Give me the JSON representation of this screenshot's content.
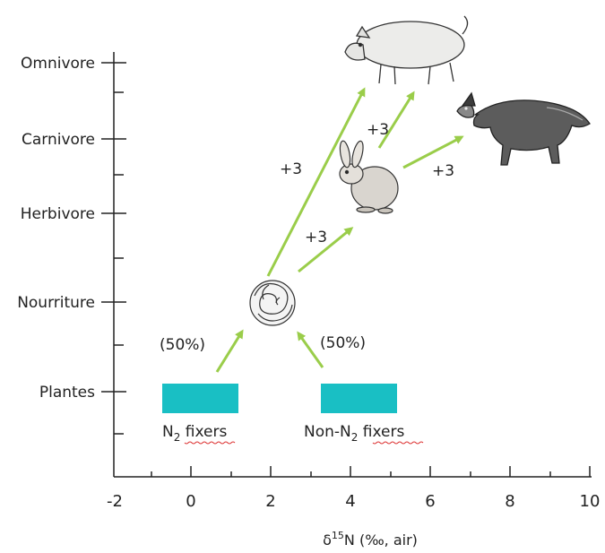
{
  "y_levels": [
    "Omnivore",
    "Carnivore",
    "Herbivore",
    "Nourriture",
    "Plantes"
  ],
  "x_axis": {
    "ticks": [
      "-2",
      "0",
      "2",
      "4",
      "6",
      "8",
      "10"
    ],
    "title_prefix": "δ",
    "title_sup": "15",
    "title_suffix": "N (‰, air)"
  },
  "bars": {
    "n2_label_main": "N",
    "n2_label_sub": "2",
    "n2_label_rest": " fixers",
    "non_n2_label_main": "Non-N",
    "non_n2_label_sub": "2",
    "non_n2_label_rest": " fixers",
    "color": "#19BFC4"
  },
  "annotations": {
    "left_percent": "(50%)",
    "right_percent": "(50%)",
    "step_to_pig": "+3",
    "step_to_rabbit": "+3",
    "step_rabbit_to_pig": "+3",
    "step_rabbit_to_wolf": "+3"
  },
  "colors": {
    "arrow": "#9ACD4A",
    "axis": "#222222"
  },
  "icons": [
    "food-icon",
    "rabbit-icon",
    "pig-icon",
    "wolf-icon"
  ]
}
